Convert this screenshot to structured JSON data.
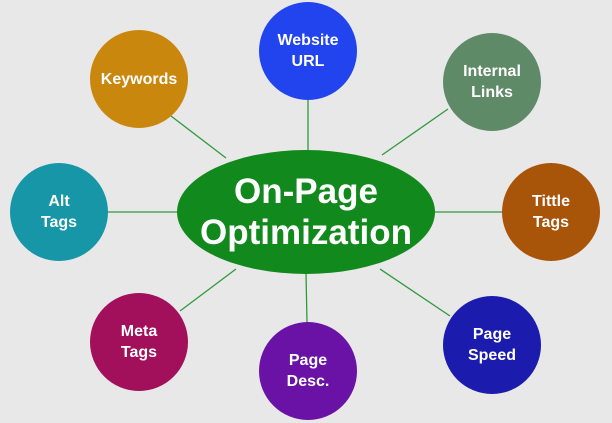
{
  "diagram": {
    "center": {
      "lines": [
        "On-Page",
        "Optimization"
      ],
      "color": "#11891c"
    },
    "link_color": "#2e9a3a",
    "nodes": [
      {
        "id": "website-url",
        "lines": [
          "Website",
          "URL"
        ],
        "color": "#2244ee"
      },
      {
        "id": "internal-links",
        "lines": [
          "Internal",
          "Links"
        ],
        "color": "#5f8a68"
      },
      {
        "id": "tittle-tags",
        "lines": [
          "Tittle",
          "Tags"
        ],
        "color": "#a8550a"
      },
      {
        "id": "page-speed",
        "lines": [
          "Page",
          "Speed"
        ],
        "color": "#1b1cad"
      },
      {
        "id": "page-desc",
        "lines": [
          "Page",
          "Desc."
        ],
        "color": "#6a12a6"
      },
      {
        "id": "meta-tags",
        "lines": [
          "Meta",
          "Tags"
        ],
        "color": "#a20f5a"
      },
      {
        "id": "alt-tags",
        "lines": [
          "Alt",
          "Tags"
        ],
        "color": "#1796a8"
      },
      {
        "id": "keywords",
        "lines": [
          "Keywords"
        ],
        "color": "#c9870e"
      }
    ]
  }
}
